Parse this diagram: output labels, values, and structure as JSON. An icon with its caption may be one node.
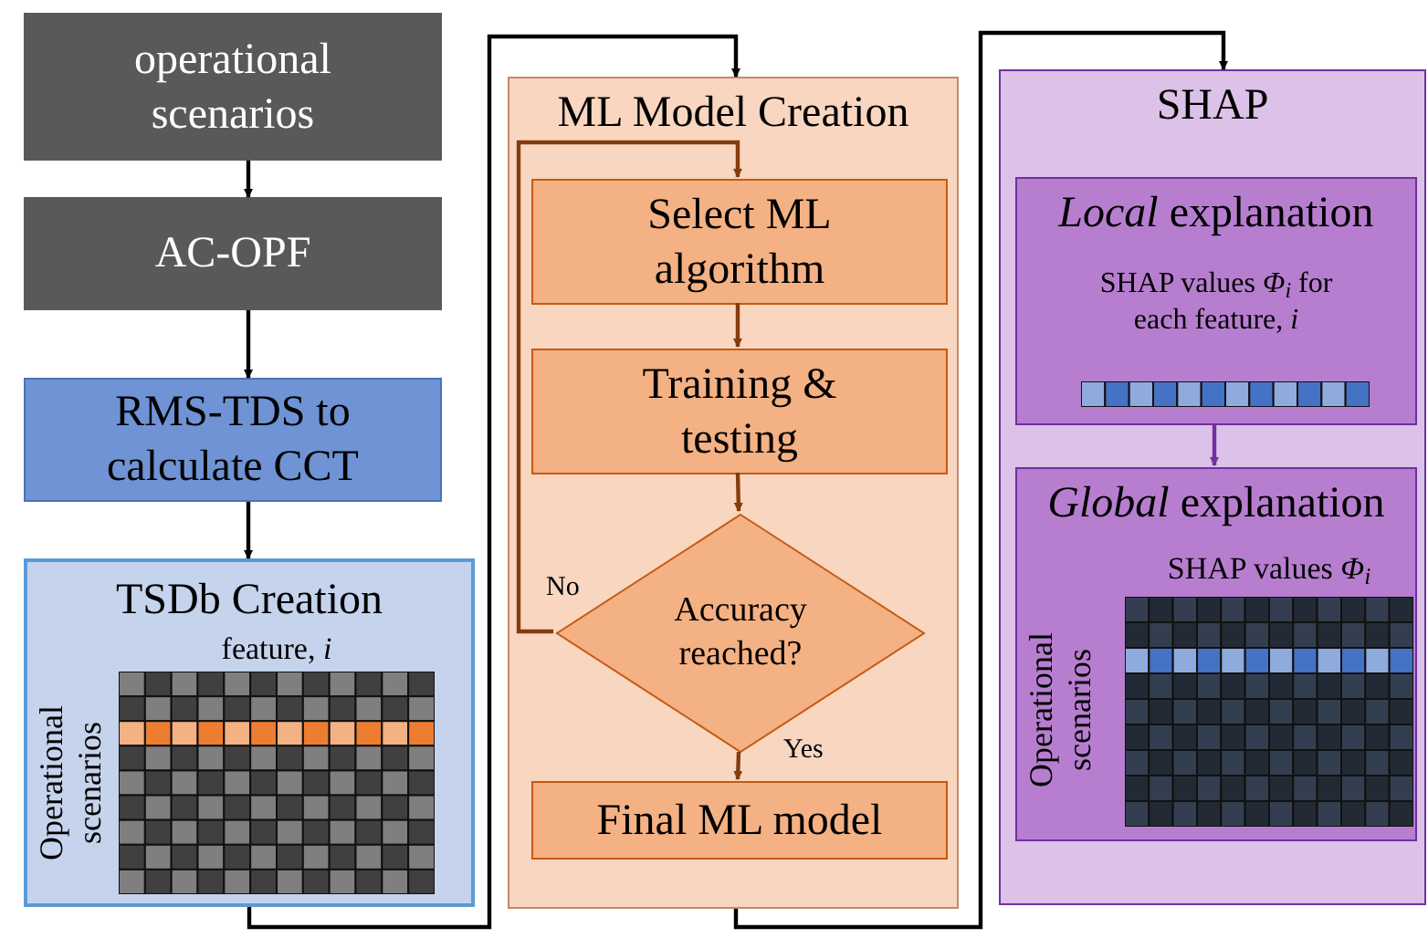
{
  "diagram": {
    "nodes": [
      {
        "text": [
          "operational scenarios"
        ]
      },
      {
        "text": [
          "AC-OPF"
        ]
      },
      {
        "text": [
          "RMS-TDS to calculate CCT"
        ]
      },
      {
        "text": [
          "TSDb Creation",
          "feature, *i*",
          "Operational scenarios"
        ]
      },
      {
        "text": [
          "ML Model Creation"
        ]
      },
      {
        "text": [
          "Select ML algorithm"
        ],
        "in": 4
      },
      {
        "text": [
          "Training & testing"
        ],
        "in": 4
      },
      {
        "text": [
          "Accuracy reached?"
        ],
        "in": 4
      },
      {
        "text": [
          "Final ML model"
        ],
        "in": 4
      },
      {
        "text": [
          "SHAP"
        ]
      },
      {
        "text": [
          "*Local* explanation",
          "SHAP values *Φ*$_{i}$ for each feature, *i*"
        ],
        "in": 9
      },
      {
        "text": [
          "*Global* explanation",
          "SHAP values *Φ*$_{i}$",
          "Operational scenarios"
        ],
        "in": 9
      }
    ],
    "edges": [
      {
        "from": 0,
        "to": 1,
        "arrow": "to"
      },
      {
        "from": 1,
        "to": 2,
        "arrow": "to"
      },
      {
        "from": 2,
        "to": 3,
        "arrow": "to"
      },
      {
        "from": 3,
        "to": 4,
        "arrow": "to"
      },
      {
        "from": 5,
        "to": 6,
        "arrow": "to",
        "color": "#843c0c"
      },
      {
        "from": 6,
        "to": 7,
        "arrow": "to",
        "color": "#843c0c"
      },
      {
        "from": 7,
        "to": 8,
        "arrow": "to",
        "label": "Yes",
        "color": "#843c0c"
      },
      {
        "from": 7,
        "to": 5,
        "arrow": "to",
        "label": "No",
        "color": "#843c0c"
      },
      {
        "from": 4,
        "to": 9,
        "arrow": "to"
      },
      {
        "from": 10,
        "to": 11,
        "arrow": "to",
        "color": "#7030a0"
      }
    ]
  }
}
